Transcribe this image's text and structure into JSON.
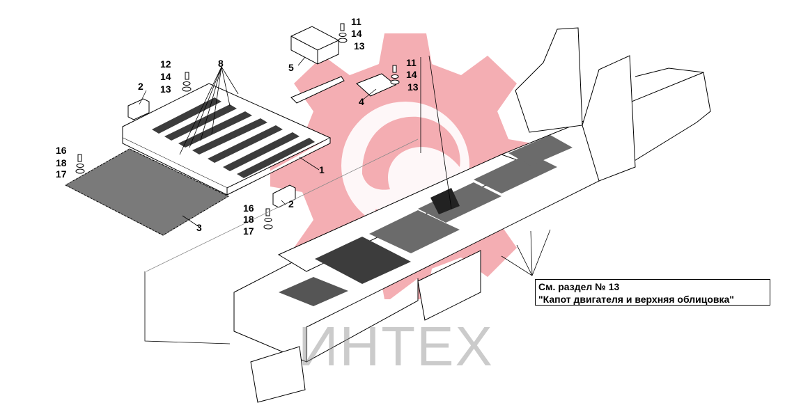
{
  "diagram": {
    "callouts": [
      {
        "id": "c11a",
        "text": "11"
      },
      {
        "id": "c14a",
        "text": "14"
      },
      {
        "id": "c13a",
        "text": "13"
      },
      {
        "id": "c5",
        "text": "5"
      },
      {
        "id": "c12",
        "text": "12"
      },
      {
        "id": "c14b",
        "text": "14"
      },
      {
        "id": "c13b",
        "text": "13"
      },
      {
        "id": "c8",
        "text": "8"
      },
      {
        "id": "c2a",
        "text": "2"
      },
      {
        "id": "c11b",
        "text": "11"
      },
      {
        "id": "c14c",
        "text": "14"
      },
      {
        "id": "c13c",
        "text": "13"
      },
      {
        "id": "c4",
        "text": "4"
      },
      {
        "id": "c16a",
        "text": "16"
      },
      {
        "id": "c18a",
        "text": "18"
      },
      {
        "id": "c17a",
        "text": "17"
      },
      {
        "id": "c1",
        "text": "1"
      },
      {
        "id": "c2b",
        "text": "2"
      },
      {
        "id": "c16b",
        "text": "16"
      },
      {
        "id": "c18b",
        "text": "18"
      },
      {
        "id": "c17b",
        "text": "17"
      },
      {
        "id": "c3",
        "text": "3"
      }
    ],
    "reference": {
      "line1": "См. раздел № 13",
      "line2": "\"Капот двигателя и верхняя облицовка\""
    },
    "watermark": "ИНТЕХ",
    "colors": {
      "line": "#000000",
      "watermark_gear": "#f2a0a6",
      "mat": "#6b6b6b",
      "strip": "#3c3c3c",
      "watermark_text": "#8c8c8c"
    }
  }
}
